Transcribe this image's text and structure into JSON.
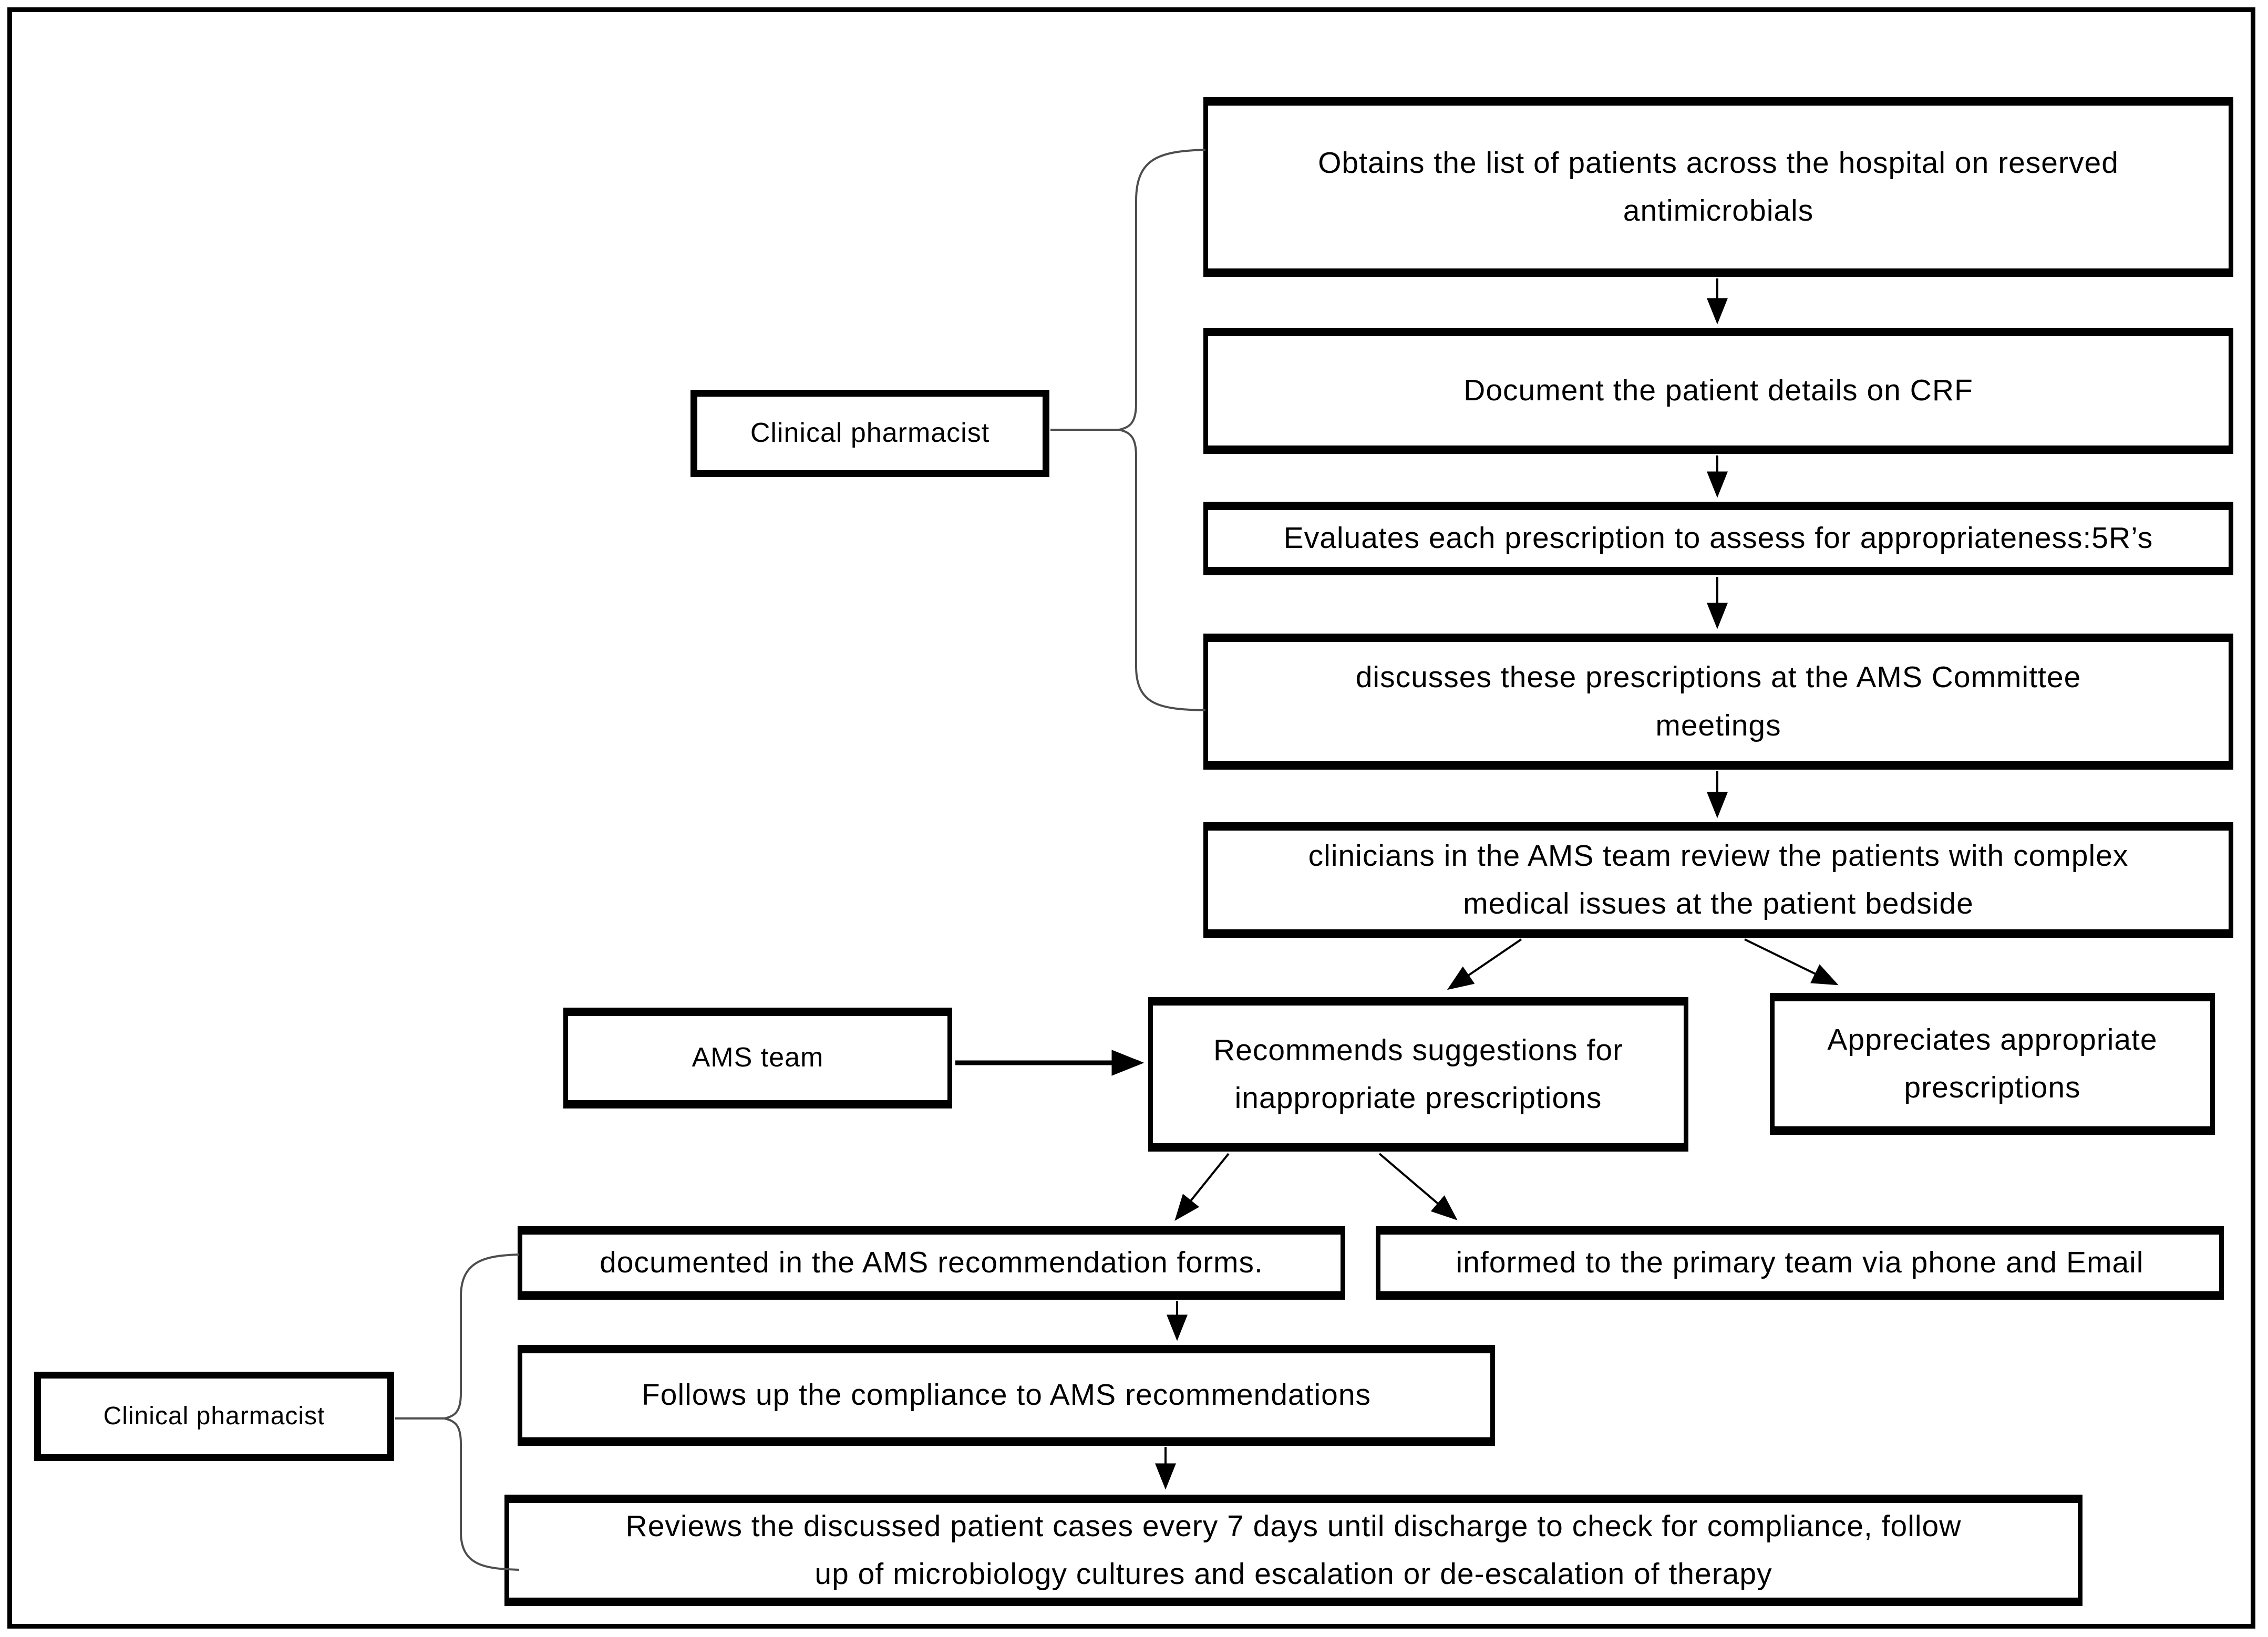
{
  "diagram": {
    "actors": {
      "clinical_pharmacist_top": "Clinical pharmacist",
      "ams_team": "AMS team",
      "clinical_pharmacist_bottom": "Clinical pharmacist"
    },
    "flow": {
      "obtains": "Obtains the list of patients across the hospital on reserved\nantimicrobials",
      "document_crf": "Document the patient details on CRF",
      "evaluates": "Evaluates each prescription to assess for appropriateness:5R’s",
      "discusses": "discusses these prescriptions at the AMS Committee\nmeetings",
      "clinicians_review": "clinicians in the AMS team review the patients with complex\nmedical issues at the patient bedside",
      "recommends": "Recommends suggestions for\ninappropriate prescriptions",
      "appreciates": "Appreciates appropriate\nprescriptions",
      "documented_forms": "documented in the AMS recommendation forms.",
      "informed_primary_team": "informed to the primary team via phone and Email",
      "follows_up": "Follows up the compliance to AMS recommendations",
      "reviews_7_days": "Reviews the discussed patient cases every 7 days until discharge to check for compliance, follow\nup of microbiology cultures and escalation or de-escalation of therapy"
    },
    "colors": {
      "line": "#000000",
      "brace": "#4d4d4d",
      "background": "#ffffff"
    }
  }
}
